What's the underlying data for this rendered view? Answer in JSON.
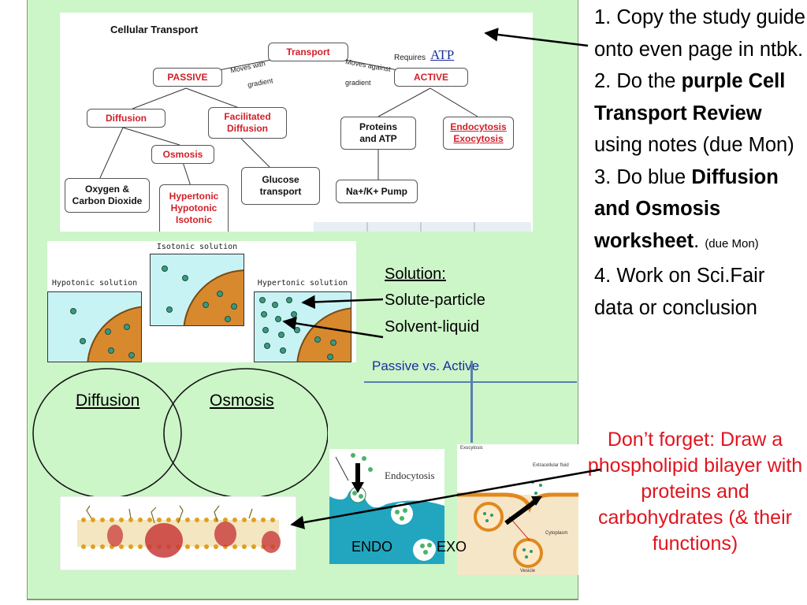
{
  "concept_map": {
    "title": "Cellular Transport",
    "transport": "Transport",
    "passive": "PASSIVE",
    "active": "ACTIVE",
    "moves_with_1": "Moves with",
    "moves_with_2": "gradient",
    "moves_against_1": "Moves against",
    "moves_against_2": "gradient",
    "requires": "Requires",
    "atp": "ATP",
    "diffusion": "Diffusion",
    "facilitated_1": "Facilitated",
    "facilitated_2": "Diffusion",
    "osmosis": "Osmosis",
    "oxygen_1": "Oxygen &",
    "oxygen_2": "Carbon Dioxide",
    "hypertonic": "Hypertonic",
    "hypotonic": "Hypotonic",
    "isotonic": "Isotonic",
    "glucose_1": "Glucose",
    "glucose_2": "transport",
    "proteins_1": "Proteins",
    "proteins_2": "and ATP",
    "endocytosis": "Endocytosis",
    "exocytosis": "Exocytosis",
    "pump": "Na+/K+ Pump"
  },
  "solutions": {
    "isotonic": "Isotonic solution",
    "hypotonic": "Hypotonic solution",
    "hypertonic": "Hypertonic solution"
  },
  "solution_notes": {
    "heading": "Solution:",
    "line1": "Solute-particle",
    "line2": "Solvent-liquid"
  },
  "passive_vs_active": "Passive vs. Active",
  "venn": {
    "left": "Diffusion",
    "right": "Osmosis"
  },
  "endo_image": {
    "title": "Endocytosis",
    "label": "ENDO"
  },
  "exo_image": {
    "title": "Exocytosis",
    "extracellular": "Extracellular fluid",
    "cytoplasm": "Cytoplasm",
    "vesicle": "Vesicle",
    "label": "EXO"
  },
  "instructions": {
    "i1": "1. Copy the study guide onto even page in ntbk.",
    "i2_a": "2. Do the ",
    "i2_b": "purple Cell Transport Review",
    "i2_c": " using notes (due Mon)",
    "i3_a": "3. Do blue ",
    "i3_b": "Diffusion and Osmosis worksheet",
    "i3_c": ". ",
    "i3_d": "(due Mon)",
    "i4": "4. Work on Sci.Fair data or conclusion"
  },
  "reminder": "Don’t forget: Draw a phospholipid bilayer with proteins and carbohydrates (& their functions)",
  "colors": {
    "panel": "#ccf5c8",
    "red_text": "#e0141e",
    "blue_text": "#1a2fa0",
    "cell_orange": "#d8892e"
  }
}
